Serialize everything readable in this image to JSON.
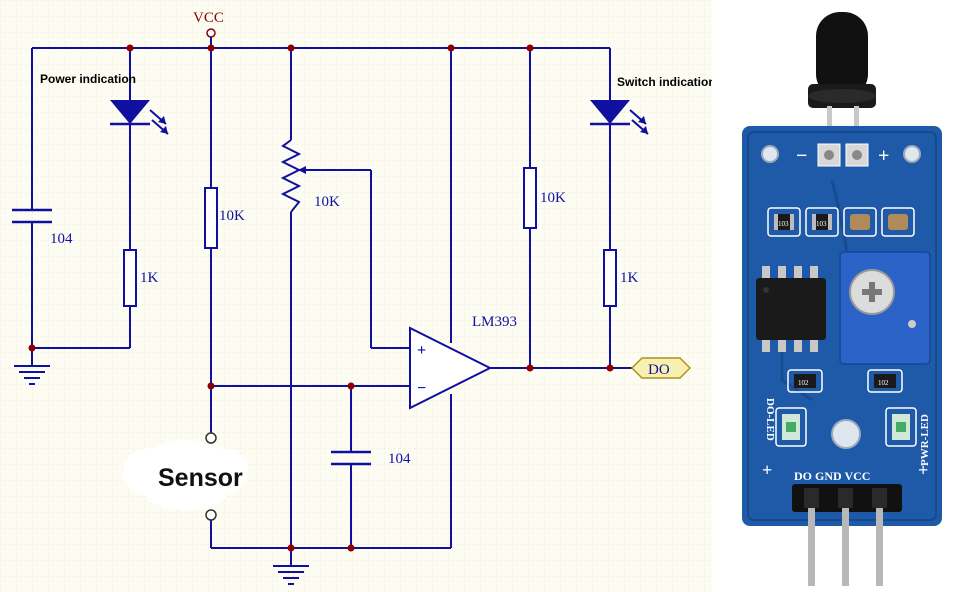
{
  "schematic": {
    "vcc_label": "VCC",
    "power_indication_label": "Power indication",
    "switch_indication_label": "Switch indication",
    "cap_left_label": "104",
    "cap_bottom_label": "104",
    "r_left_label": "10K",
    "pot_label": "10K",
    "r_right_label": "10K",
    "r_led_left_label": "1K",
    "r_led_right_label": "1K",
    "opamp_label": "LM393",
    "plus_sign": "+",
    "minus_sign": "−",
    "output_label": "DO",
    "sensor_label": "Sensor",
    "colors": {
      "wire": "#1010a0",
      "junction": "#8b0000",
      "grid": "#e6e0cc",
      "background": "#fdfcf3",
      "do_tag_fill": "#f7f0b0"
    }
  },
  "module": {
    "pin_minus": "−",
    "pin_plus": "+",
    "chip_r1": "103",
    "chip_r2": "103",
    "chip_r3": "102",
    "chip_r4": "102",
    "do_led_label": "DO-LED",
    "pwr_led_label": "PWR-LED",
    "header_label": "DO GND VCC",
    "plus_left": "+",
    "plus_right": "+",
    "colors": {
      "pcb": "#1e5aa8",
      "pcb_dark": "#154a90",
      "sensor_black": "#111111",
      "pot_blue": "#2c63c8",
      "pin_silver": "#b8b8b8"
    }
  }
}
